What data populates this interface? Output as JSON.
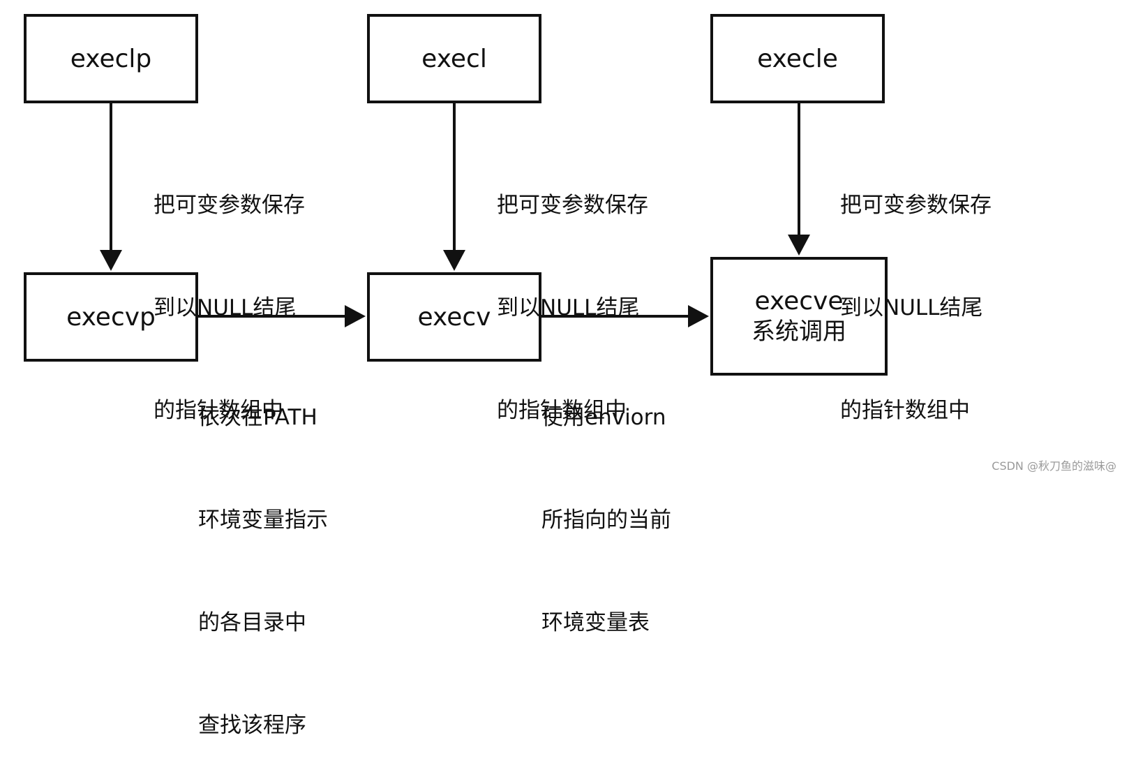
{
  "nodes": {
    "execlp": "execlp",
    "execl": "execl",
    "execle": "execle",
    "execvp": "execvp",
    "execv": "execv",
    "execve": "execve",
    "execve_sub": "系统调用"
  },
  "notes": {
    "varargs": [
      "把可变参数保存",
      "到以NULL结尾",
      "的指针数组中"
    ],
    "path_search": [
      "依次在PATH",
      "环境变量指示",
      "的各目录中",
      "查找该程序"
    ],
    "environ": [
      "使用enviorn",
      "所指向的当前",
      "环境变量表"
    ]
  },
  "watermark": "CSDN @秋刀鱼的滋味@"
}
